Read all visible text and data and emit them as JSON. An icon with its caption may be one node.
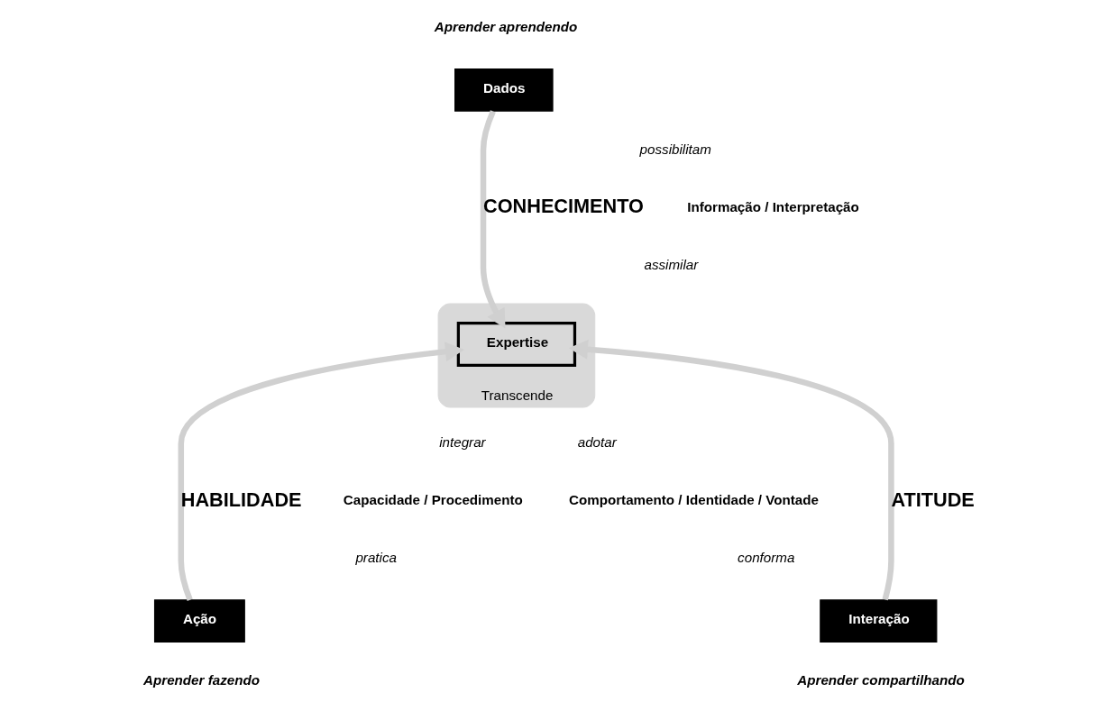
{
  "diagram": {
    "nodes": [
      {
        "text": [
          "Dados"
        ],
        "beside": [
          "Aprender aprendendo"
        ]
      },
      {
        "text": [
          "Transcende"
        ]
      },
      {
        "text": [
          "Expertise"
        ],
        "in": 1
      },
      {
        "text": [
          "Ação"
        ],
        "beside": [
          "Aprender fazendo"
        ]
      },
      {
        "text": [
          "Interação"
        ],
        "beside": [
          "Aprender compartilhando"
        ]
      }
    ],
    "edges": [
      {
        "from": 0,
        "to": 2,
        "arrow": "to",
        "label": "CONHECIMENTO"
      },
      {
        "from": 3,
        "to": 2,
        "arrow": "to",
        "label": "HABILIDADE"
      },
      {
        "from": 4,
        "to": 2,
        "arrow": "to",
        "label": "ATITUDE"
      }
    ],
    "labels": [
      "possibilitam",
      "Informação / Interpretação",
      "assimilar",
      "integrar",
      "adotar",
      "Capacidade / Procedimento",
      "Comportamento / Identidade / Vontade",
      "pratica",
      "conforma"
    ]
  }
}
